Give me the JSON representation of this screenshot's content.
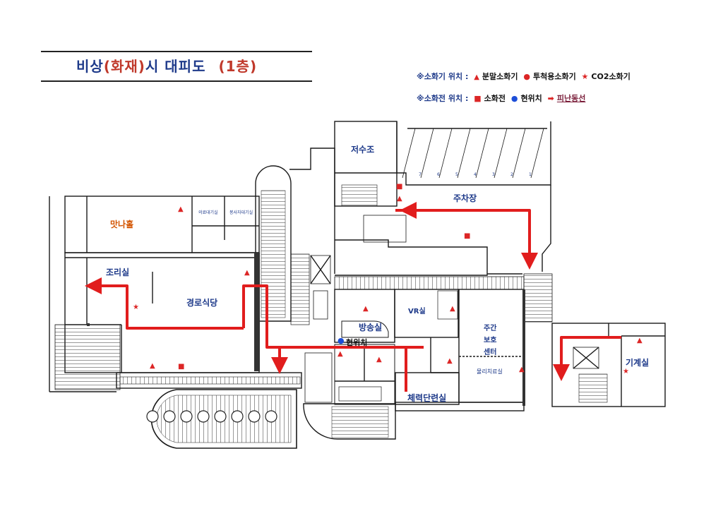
{
  "title": {
    "prefix": "비상",
    "accent": "(화재)",
    "suffix": "시 대피도",
    "floor": "(1층)"
  },
  "legend": {
    "extinguisher": {
      "lead": "※소화기 위치 :",
      "items": [
        {
          "symbol": "▲",
          "icon": "triangle-icon",
          "label": "분말소화기"
        },
        {
          "symbol": "●",
          "icon": "circle-icon",
          "label": "투척용소화기"
        },
        {
          "symbol": "★",
          "icon": "star-icon",
          "label": "CO2소화기"
        }
      ]
    },
    "hydrant": {
      "lead": "※소화전 위치 :",
      "items": [
        {
          "symbol": "■",
          "icon": "square-icon",
          "label": "소화전"
        },
        {
          "symbol": "●",
          "icon": "current-location-icon",
          "label": "현위치"
        },
        {
          "symbol": "➡",
          "icon": "arrow-icon",
          "label": "피난동선"
        }
      ]
    }
  },
  "rooms": {
    "water_tank": "저수조",
    "parking": "주차장",
    "meeting_hall": "맛나홀",
    "small_room_1": "의료대기실",
    "small_room_2": "봉사자대기실",
    "kitchen": "조리실",
    "dining": "경로식당",
    "vr": "VR실",
    "broadcast": "방송실",
    "daycare_1": "주간",
    "daycare_2": "보호",
    "daycare_3": "센터",
    "therapy": "물리치료실",
    "fitness": "체력단련실",
    "machine": "기계실"
  },
  "current_location": "현위치",
  "parking_stall_numbers": [
    "7",
    "6",
    "5",
    "4",
    "3",
    "2",
    "1"
  ],
  "colors": {
    "route": "#e11d1d",
    "marker": "#dc2626",
    "title": "#1e3a8a",
    "wall": "#1a1a1a"
  }
}
